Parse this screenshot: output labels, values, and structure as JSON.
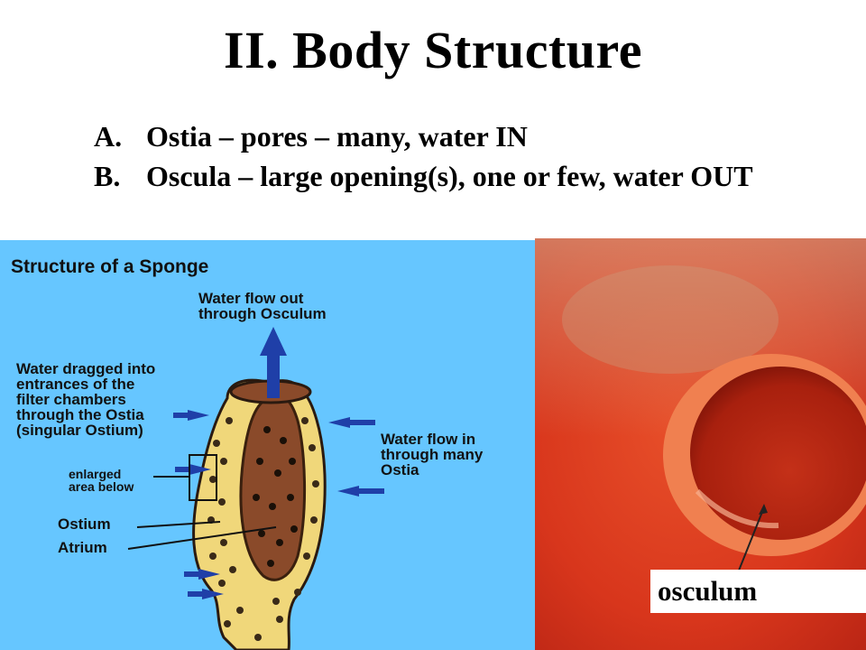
{
  "slide": {
    "title": "II. Body Structure",
    "bullets": [
      {
        "marker": "A.",
        "text": "Ostia – pores – many, water IN"
      },
      {
        "marker": "B.",
        "text": "Oscula – large opening(s), one or few, water OUT"
      }
    ]
  },
  "diagram": {
    "title": "Structure of a Sponge",
    "label_water_out": "Water flow out\nthrough Osculum",
    "label_water_dragged": "Water dragged into\nentrances of the\nfilter chambers\nthrough the Ostia\n(singular Ostium)",
    "label_water_in": "Water flow in\nthrough many\nOstia",
    "label_enlarged": "enlarged\narea below",
    "label_ostium": "Ostium",
    "label_atrium": "Atrium"
  },
  "photo": {
    "label": "osculum"
  },
  "colors": {
    "diagram_bg": "#66c6ff",
    "sponge_wall": "#f0d77a",
    "atrium": "#8a4a2a",
    "arrow": "#1f3fa8",
    "photo_red": "#d8361c"
  }
}
